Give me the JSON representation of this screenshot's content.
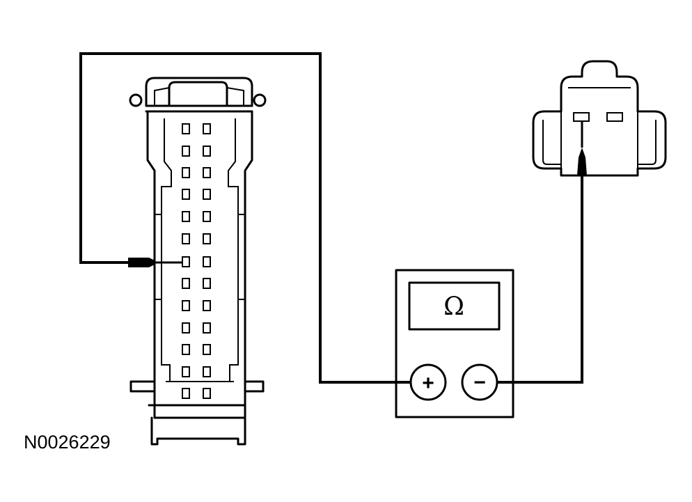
{
  "figure": {
    "id_label": "N0026229"
  },
  "multimeter": {
    "display_symbol": "Ω",
    "positive_terminal": "+",
    "negative_terminal": "−"
  },
  "connector": {
    "pin_rows": 13,
    "pin_columns": 2,
    "probed_pin_row": 7
  }
}
